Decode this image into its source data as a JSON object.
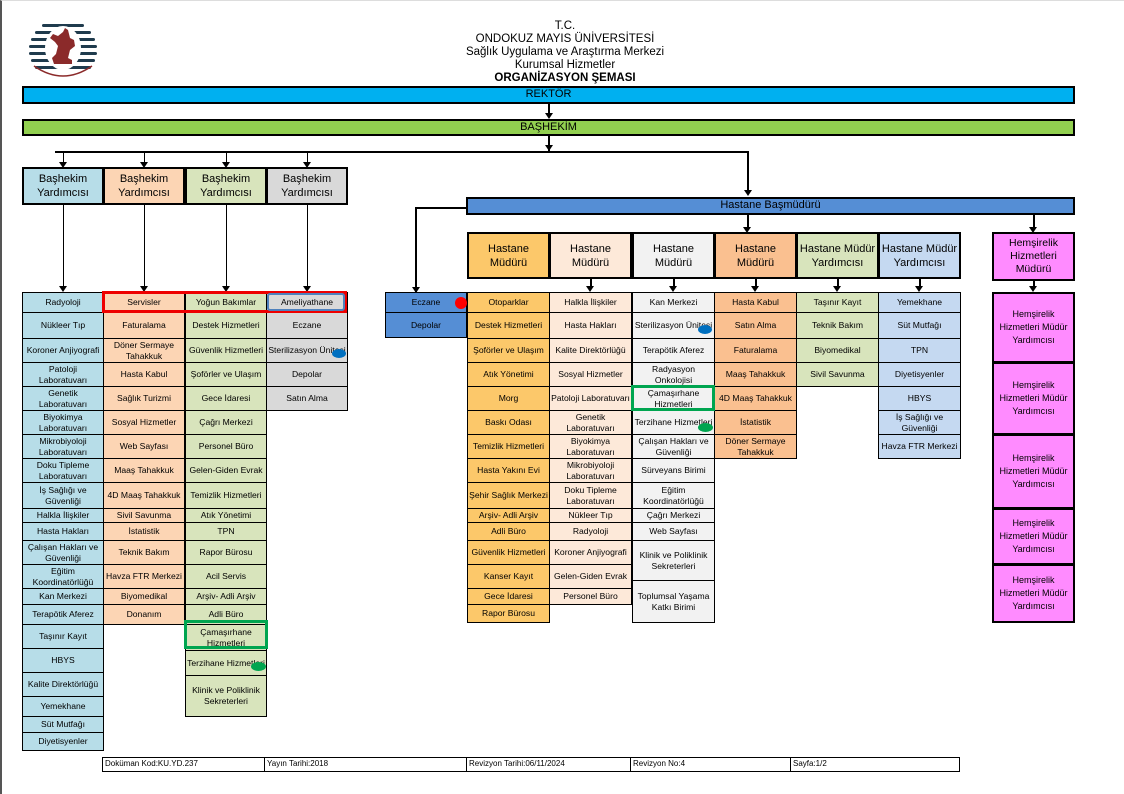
{
  "header": {
    "line1": "T.C.",
    "line2": "ONDOKUZ MAYIS ÜNİVERSİTESİ",
    "line3": "Sağlık Uygulama ve Araştırma Merkezi",
    "line4": "Kurumsal Hizmetler",
    "title": "ORGANİZASYON ŞEMASI",
    "logo_icon": "university-seal-icon"
  },
  "colors": {
    "rektor": "#00b0f0",
    "bashekim": "#92d050",
    "basmudur": "#558ed5",
    "blue_light": "#b7dde8",
    "peach": "#fcd5b4",
    "green_light": "#d8e4bc",
    "gray": "#d9d9d9",
    "gold": "#fcc86a",
    "peach_light": "#fde9d9",
    "gray_light": "#f2f2f2",
    "orange": "#fac090",
    "blue_pale": "#c5d9f1",
    "pink": "#ff8bff",
    "highlight_red": "#ee0000",
    "highlight_green": "#00a550",
    "marker_red": "#ff0000",
    "marker_blue": "#0070c0",
    "marker_green": "#00a550"
  },
  "top": {
    "rektor": "REKTÖR",
    "bashekim": "BAŞHEKİM",
    "basmudur": "Hastane Başmüdürü"
  },
  "left_heads": [
    "Başhekim Yardımcısı",
    "Başhekim Yardımcısı",
    "Başhekim Yardımcısı",
    "Başhekim Yardımcısı"
  ],
  "left_columns": [
    [
      "Radyoloji",
      "Nükleer Tıp",
      "Koroner Anjiyografi",
      "Patoloji Laboratuvarı",
      "Genetik Laboratuvarı",
      "Biyokimya Laboratuvarı",
      "Mikrobiyoloji Laboratuvarı",
      "Doku Tipleme Laboratuvarı",
      "İş Sağlığı ve Güvenliği",
      "Halkla İlişkiler",
      "Hasta Hakları",
      "Çalışan Hakları ve Güvenliği",
      "Eğitim Koordinatörlüğü",
      "Kan Merkezi",
      "Terapötik Aferez",
      "Taşınır Kayıt",
      "HBYS",
      "Kalite Direktörlüğü",
      "Yemekhane",
      "Süt Mutfağı",
      "Diyetisyenler"
    ],
    [
      "Servisler",
      "Faturalama",
      "Döner Sermaye Tahakkuk",
      "Hasta Kabul",
      "Sağlık Turizmi",
      "Sosyal Hizmetler",
      "Web Sayfası",
      "Maaş Tahakkuk",
      "4D Maaş Tahakkuk",
      "Sivil Savunma",
      "İstatistik",
      "Teknik Bakım",
      "Havza FTR Merkezi",
      "Biyomedikal",
      "Donanım"
    ],
    [
      "Yoğun Bakımlar",
      "Destek Hizmetleri",
      "Güvenlik Hizmetleri",
      "Şoförler ve Ulaşım",
      "Gece İdaresi",
      "Çağrı Merkezi",
      "Personel Büro",
      "Gelen-Giden Evrak",
      "Temizlik Hizmetleri",
      "Atık Yönetimi",
      "TPN",
      "Rapor Bürosu",
      "Acil Servis",
      "Arşiv- Adli Arşiv",
      "Adli Büro",
      "Çamaşırhane Hizmetleri",
      "Terzihane Hizmetleri",
      "Klinik ve Poliklinik Sekreterleri"
    ],
    [
      "Ameliyathane",
      "Eczane",
      "Sterilizasyon Ünitesi",
      "Depolar",
      "Satın Alma"
    ]
  ],
  "direct_units": [
    "Eczane",
    "Depolar"
  ],
  "right_heads": [
    "Hastane Müdürü",
    "Hastane Müdürü",
    "Hastane Müdürü",
    "Hastane Müdürü",
    "Hastane Müdür Yardımcısı",
    "Hastane Müdür Yardımcısı"
  ],
  "right_columns": [
    [
      "Otoparklar",
      "Destek Hizmetleri",
      "Şoförler ve Ulaşım",
      "Atık Yönetimi",
      "Morg",
      "Baskı Odası",
      "Temizlik Hizmetleri",
      "Hasta Yakını Evi",
      "Şehir Sağlık Merkezi",
      "Arşiv- Adli Arşiv",
      "Adli Büro",
      "Güvenlik Hizmetleri",
      "Kanser Kayıt",
      "Gece İdaresi",
      "Rapor Bürosu"
    ],
    [
      "Halkla İlişkiler",
      "Hasta Hakları",
      "Kalite Direktörlüğü",
      "Sosyal Hizmetler",
      "Patoloji Laboratuvarı",
      "Genetik Laboratuvarı",
      "Biyokimya Laboratuvarı",
      "Mikrobiyoloji Laboratuvarı",
      "Doku Tipleme Laboratuvarı",
      "Nükleer Tıp",
      "Radyoloji",
      "Koroner Anjiyografi",
      "Gelen-Giden Evrak",
      "Personel Büro"
    ],
    [
      "Kan Merkezi",
      "Sterilizasyon Ünitesi",
      "Terapötik Aferez",
      "Radyasyon Onkolojisi",
      "Çamaşırhane Hizmetleri",
      "Terzihane Hizmetleri",
      "Çalışan Hakları ve Güvenliği",
      "Sürveyans Birimi",
      "Eğitim Koordinatörlüğü",
      "Çağrı Merkezi",
      "Web Sayfası",
      "Klinik ve Poliklinik Sekreterleri",
      "Toplumsal Yaşama Katkı Birimi"
    ],
    [
      "Hasta Kabul",
      "Satın Alma",
      "Faturalama",
      "Maaş Tahakkuk",
      "4D Maaş Tahakkuk",
      "İstatistik",
      "Döner Sermaye Tahakkuk"
    ],
    [
      "Taşınır Kayıt",
      "Teknik Bakım",
      "Biyomedikal",
      "Sivil Savunma"
    ],
    [
      "Yemekhane",
      "Süt Mutfağı",
      "TPN",
      "Diyetisyenler",
      "HBYS",
      "İş Sağlığı ve Güvenliği",
      "Havza FTR Merkezi"
    ]
  ],
  "nursing": {
    "head": "Hemşirelik Hizmetleri Müdürü",
    "deputies": [
      "Hemşirelik Hizmetleri Müdür Yardımcısı",
      "Hemşirelik Hizmetleri Müdür Yardımcısı",
      "Hemşirelik Hizmetleri Müdür Yardımcısı",
      "Hemşirelik Hizmetleri Müdür Yardımcısı",
      "Hemşirelik Hizmetleri Müdür Yardımcısı"
    ]
  },
  "footer": {
    "doc_code": "Doküman Kod:KU.YD.237",
    "publish_date": "Yayın Tarihi:2018",
    "revision_date": "Revizyon Tarihi:06/11/2024",
    "revision_no": "Revizyon No:4",
    "page": "Sayfa:1/2"
  }
}
